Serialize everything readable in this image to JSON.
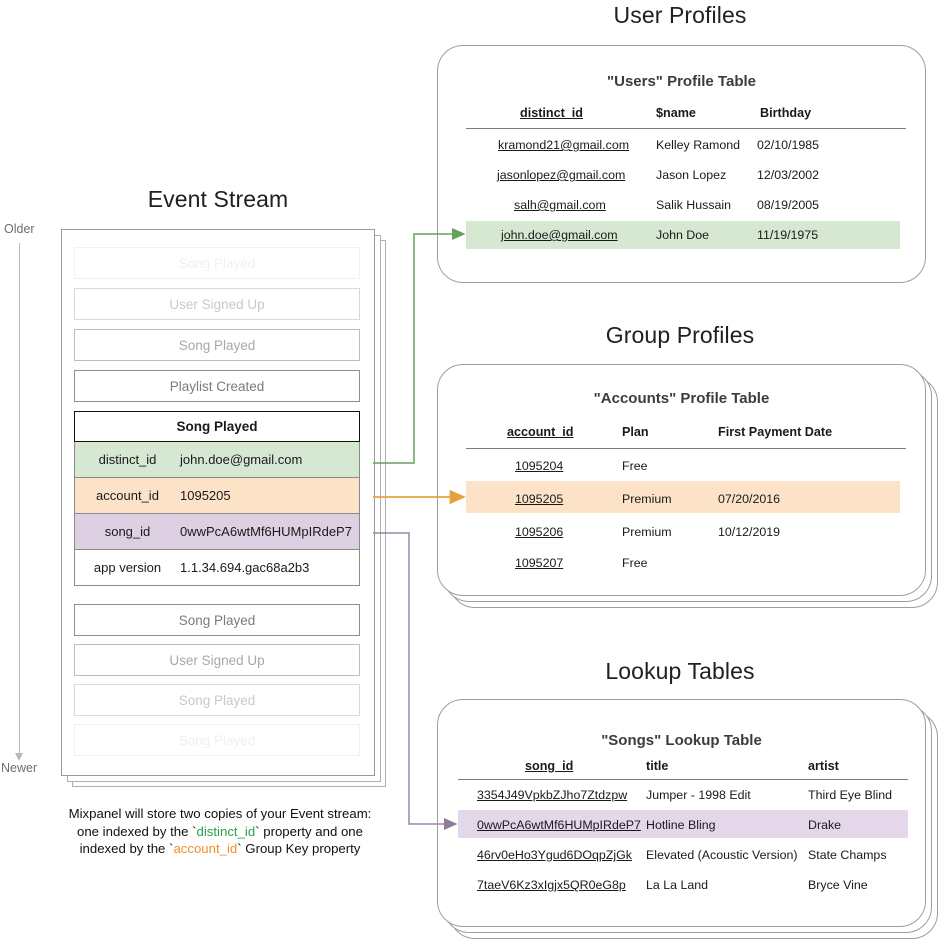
{
  "timeline": {
    "older_label": "Older",
    "newer_label": "Newer"
  },
  "event_stream": {
    "title": "Event Stream",
    "events_before": [
      {
        "label": "Song Played",
        "fade": 1
      },
      {
        "label": "User Signed Up",
        "fade": 2
      },
      {
        "label": "Song Played",
        "fade": 3
      },
      {
        "label": "Playlist Created",
        "fade": 4
      }
    ],
    "focused_event": {
      "name": "Song Played",
      "properties": [
        {
          "key": "distinct_id",
          "value": "john.doe@gmail.com",
          "highlight": "#d6e7d2"
        },
        {
          "key": "account_id",
          "value": "1095205",
          "highlight": "#fce3c8"
        },
        {
          "key": "song_id",
          "value": "0wwPcA6wtMf6HUMpIRdeP7",
          "highlight": "#ddd0e3"
        },
        {
          "key": "app version",
          "value": "1.1.34.694.gac68a2b3",
          "highlight": "#ffffff"
        }
      ]
    },
    "events_after": [
      {
        "label": "Song Played",
        "fade": 4
      },
      {
        "label": "User Signed Up",
        "fade": 3
      },
      {
        "label": "Song Played",
        "fade": 2
      },
      {
        "label": "Song Played",
        "fade": 1
      }
    ],
    "caption": {
      "line1": "Mixpanel will store two copies of your Event stream:",
      "line2_a": "one indexed by the `",
      "line2_token": "distinct_id",
      "line2_b": "` property and one",
      "line3_a": "indexed by the `",
      "line3_token": "account_id",
      "line3_b": "` Group Key property"
    }
  },
  "user_profiles": {
    "section_title": "User Profiles",
    "table_title": "\"Users\" Profile Table",
    "columns": [
      "distinct_id",
      "$name",
      "Birthday"
    ],
    "rows": [
      {
        "cells": [
          "kramond21@gmail.com",
          "Kelley Ramond",
          "02/10/1985"
        ],
        "highlighted": false
      },
      {
        "cells": [
          "jasonlopez@gmail.com",
          "Jason Lopez",
          "12/03/2002"
        ],
        "highlighted": false
      },
      {
        "cells": [
          "salh@gmail.com",
          "Salik Hussain",
          "08/19/2005"
        ],
        "highlighted": false
      },
      {
        "cells": [
          "john.doe@gmail.com",
          "John Doe",
          "11/19/1975"
        ],
        "highlighted": true
      }
    ],
    "highlight_color": "#d6e7d2"
  },
  "group_profiles": {
    "section_title": "Group Profiles",
    "table_title": "\"Accounts\" Profile Table",
    "columns": [
      "account_id",
      "Plan",
      "First Payment Date"
    ],
    "rows": [
      {
        "cells": [
          "1095204",
          "Free",
          ""
        ],
        "highlighted": false
      },
      {
        "cells": [
          "1095205",
          "Premium",
          "07/20/2016"
        ],
        "highlighted": true
      },
      {
        "cells": [
          "1095206",
          "Premium",
          "10/12/2019"
        ],
        "highlighted": false
      },
      {
        "cells": [
          "1095207",
          "Free",
          ""
        ],
        "highlighted": false
      }
    ],
    "highlight_color": "#fce3c8"
  },
  "lookup_tables": {
    "section_title": "Lookup Tables",
    "table_title": "\"Songs\" Lookup Table",
    "columns": [
      "song_id",
      "title",
      "artist"
    ],
    "rows": [
      {
        "cells": [
          "3354J49VpkbZJho7Ztdzpw",
          "Jumper - 1998 Edit",
          "Third Eye Blind"
        ],
        "highlighted": false
      },
      {
        "cells": [
          "0wwPcA6wtMf6HUMpIRdeP7",
          "Hotline Bling",
          "Drake"
        ],
        "highlighted": true
      },
      {
        "cells": [
          "46rv0eHo3Ygud6DOqpZjGk",
          "Elevated (Acoustic Version)",
          "State Champs"
        ],
        "highlighted": false
      },
      {
        "cells": [
          "7taeV6Kz3xIgjx5QR0eG8p",
          "La La Land",
          "Bryce Vine"
        ],
        "highlighted": false
      }
    ],
    "highlight_color": "#e4d7ea"
  },
  "connectors": {
    "distinct_id_arrow_color": "#67a05f",
    "account_id_arrow_color": "#e9a23b",
    "song_id_arrow_color": "#9b86a8"
  }
}
